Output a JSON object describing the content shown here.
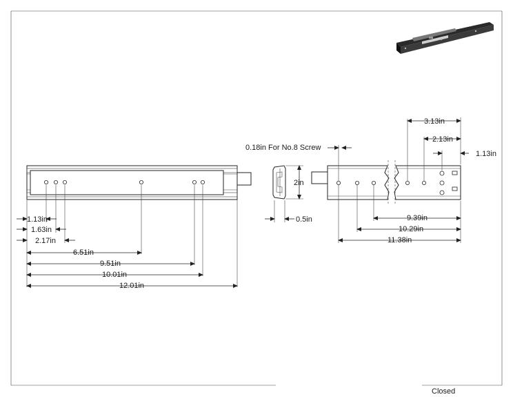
{
  "drawing": {
    "callout": "0.18in For No.8 Screw",
    "side_view": {
      "hole_dims": [
        "1.13in",
        "1.63in",
        "2.17in",
        "6.51in",
        "9.51in",
        "10.01in",
        "12.01in"
      ]
    },
    "profile_view": {
      "height": "2in",
      "width": "0.5in"
    },
    "detail_view": {
      "top_dims": [
        "3.13in",
        "2.13in",
        "1.13in"
      ],
      "bottom_dims": [
        "9.39in",
        "10.29in",
        "11.38in"
      ]
    },
    "footer_text": "Closed"
  }
}
